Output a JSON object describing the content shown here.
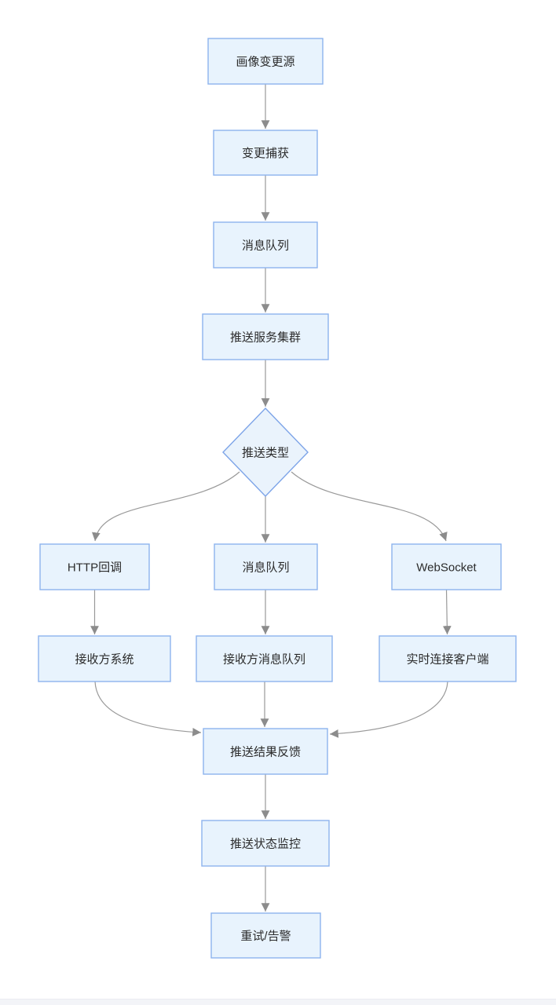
{
  "page": {
    "background": "#ffffff",
    "bottom_strip_color": "#f3f4f8"
  },
  "diagram": {
    "type": "flowchart",
    "direction": "top-to-bottom",
    "colors": {
      "node_fill": "#e8f3fd",
      "node_border": "#8db3ee",
      "diamond_border": "#7da4e8",
      "edge_line": "#999999",
      "arrowhead": "#8c8c8c",
      "label_text": "#2b2b2b"
    },
    "nodes": [
      {
        "id": "source",
        "label": "画像变更源",
        "shape": "rect"
      },
      {
        "id": "capture",
        "label": "变更捕获",
        "shape": "rect"
      },
      {
        "id": "queue",
        "label": "消息队列",
        "shape": "rect"
      },
      {
        "id": "cluster",
        "label": "推送服务集群",
        "shape": "rect"
      },
      {
        "id": "push-type",
        "label": "推送类型",
        "shape": "diamond"
      },
      {
        "id": "http-callback",
        "label": "HTTP回调",
        "shape": "rect"
      },
      {
        "id": "branch-queue",
        "label": "消息队列",
        "shape": "rect"
      },
      {
        "id": "websocket",
        "label": "WebSocket",
        "shape": "rect"
      },
      {
        "id": "receiver-system",
        "label": "接收方系统",
        "shape": "rect"
      },
      {
        "id": "receiver-queue",
        "label": "接收方消息队列",
        "shape": "rect"
      },
      {
        "id": "realtime-client",
        "label": "实时连接客户端",
        "shape": "rect"
      },
      {
        "id": "feedback",
        "label": "推送结果反馈",
        "shape": "rect"
      },
      {
        "id": "monitor",
        "label": "推送状态监控",
        "shape": "rect"
      },
      {
        "id": "retry-alert",
        "label": "重试/告警",
        "shape": "rect"
      }
    ],
    "edges": [
      {
        "from": "source",
        "to": "capture"
      },
      {
        "from": "capture",
        "to": "queue"
      },
      {
        "from": "queue",
        "to": "cluster"
      },
      {
        "from": "cluster",
        "to": "push-type"
      },
      {
        "from": "push-type",
        "to": "http-callback"
      },
      {
        "from": "push-type",
        "to": "branch-queue"
      },
      {
        "from": "push-type",
        "to": "websocket"
      },
      {
        "from": "http-callback",
        "to": "receiver-system"
      },
      {
        "from": "branch-queue",
        "to": "receiver-queue"
      },
      {
        "from": "websocket",
        "to": "realtime-client"
      },
      {
        "from": "receiver-system",
        "to": "feedback"
      },
      {
        "from": "receiver-queue",
        "to": "feedback"
      },
      {
        "from": "realtime-client",
        "to": "feedback"
      },
      {
        "from": "feedback",
        "to": "monitor"
      },
      {
        "from": "monitor",
        "to": "retry-alert"
      }
    ]
  }
}
